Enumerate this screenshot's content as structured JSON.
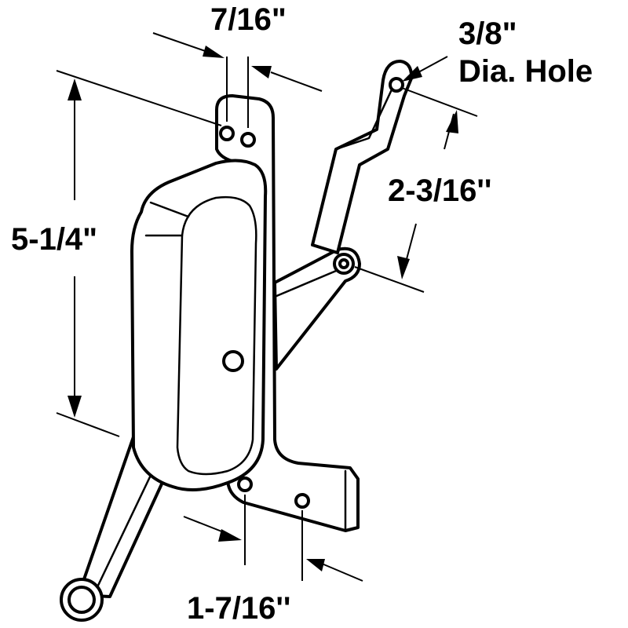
{
  "diagram": {
    "dimensions": {
      "hole_spacing_top": "7/16\"",
      "hole_diameter": "3/8\"",
      "hole_diameter_note": "Dia. Hole",
      "arm_length": "2-3/16''",
      "body_height": "5-1/4\"",
      "hole_spacing_bottom": "1-7/16''"
    }
  }
}
